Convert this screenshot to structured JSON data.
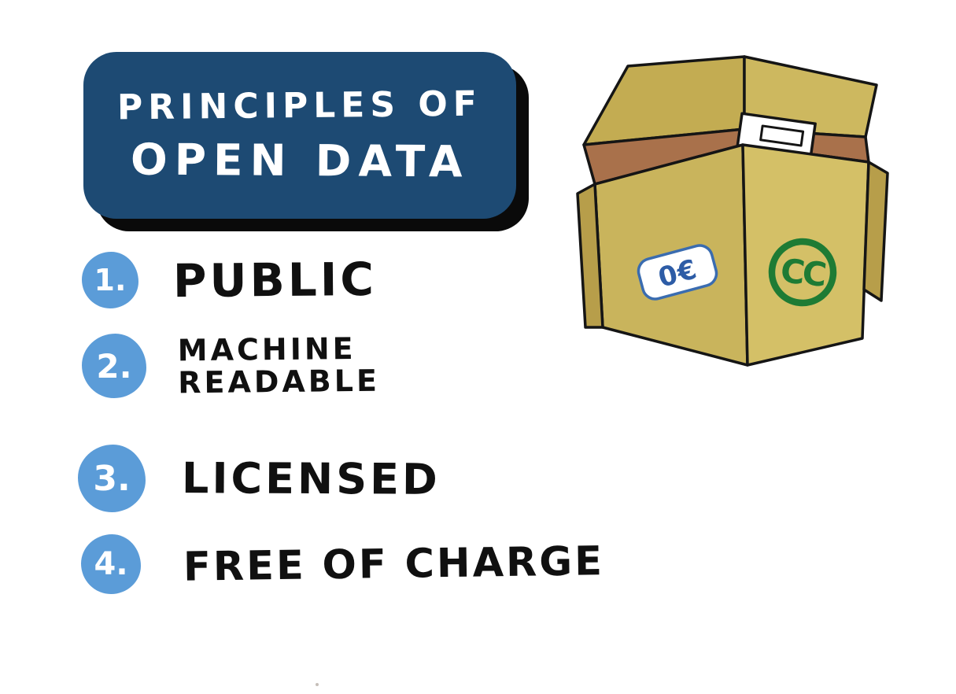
{
  "title": {
    "line1": "PRINCIPLES OF",
    "line2": "OPEN DATA"
  },
  "principles": [
    {
      "number": "1.",
      "lines": [
        "PUBLIC"
      ]
    },
    {
      "number": "2.",
      "lines": [
        "MACHINE",
        "READABLE"
      ]
    },
    {
      "number": "3.",
      "lines": [
        "LICENSED"
      ]
    },
    {
      "number": "4.",
      "lines": [
        "FREE OF CHARGE"
      ]
    }
  ],
  "box": {
    "price_label": "0€",
    "license_label": "CC"
  },
  "colors": {
    "title_bg": "#1d4a73",
    "title_shadow": "#0a0a0a",
    "badge_blue": "#5b9cd8",
    "text_black": "#101010",
    "cardboard_tan": "#c9b45c",
    "cardboard_dark": "#b79e4a",
    "cardboard_light": "#d4c067",
    "box_interior": "#a9714b",
    "grid_blue": "#5b8fd0",
    "sticker_blue": "#3a6cb0",
    "sticker_text_blue": "#2d5ca6",
    "cc_green": "#1e7b34"
  }
}
